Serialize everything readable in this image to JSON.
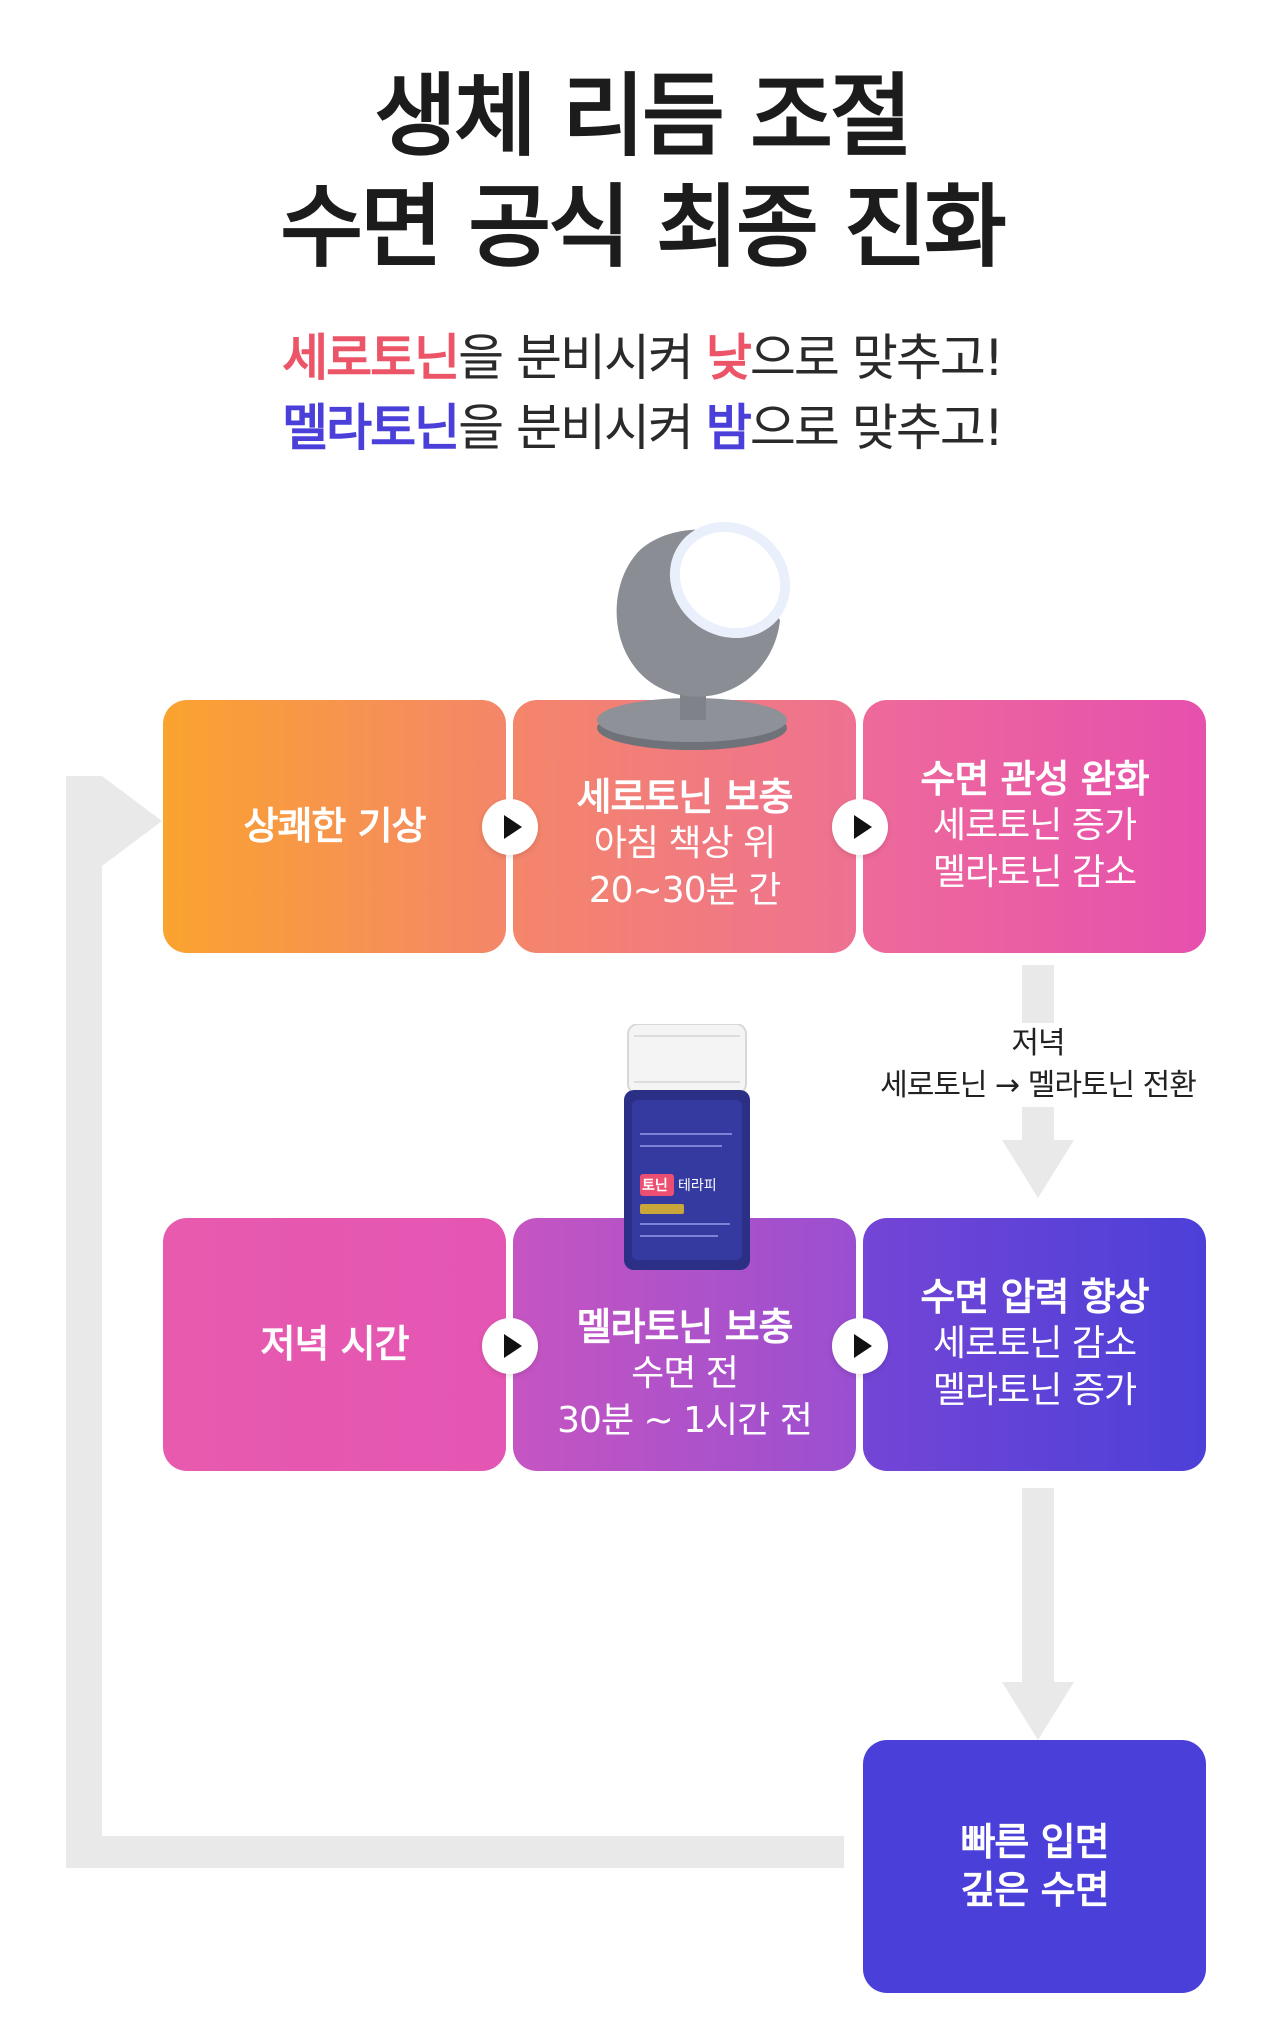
{
  "header": {
    "title_line1": "생체 리듬 조절",
    "title_line2": "수면 공식 최종 진화",
    "sub1_highlight": "세로토닌",
    "sub1_mid": "을 분비시켜 ",
    "sub1_highlight2": "낮",
    "sub1_end": "으로 맞추고!",
    "sub2_highlight": "멜라토닌",
    "sub2_mid": "을 분비시켜 ",
    "sub2_highlight2": "밤",
    "sub2_end": "으로 맞추고!"
  },
  "row1": [
    {
      "title": "상쾌한 기상",
      "lines": []
    },
    {
      "title": "세로토닌 보충",
      "lines": [
        "아침 책상 위",
        "20~30분 간"
      ]
    },
    {
      "title": "수면 관성 완화",
      "lines": [
        "세로토닌 증가",
        "멜라토닌 감소"
      ]
    }
  ],
  "row2": [
    {
      "title": "저녁 시간",
      "lines": []
    },
    {
      "title": "멜라토닌 보충",
      "lines": [
        "수면 전",
        "30분 ~ 1시간 전"
      ]
    },
    {
      "title": "수면 압력 향상",
      "lines": [
        "세로토닌 감소",
        "멜라토닌 증가"
      ]
    }
  ],
  "transition": {
    "line1": "저녁",
    "line2": "세로토닌 → 멜라토닌 전환"
  },
  "final": {
    "line1": "빠른 입면",
    "line2": "깊은 수면"
  },
  "product": {
    "label1": "토닌",
    "label2": "테라피"
  },
  "colors": {
    "orange": "#f9a035",
    "pink": "#e8559f",
    "purple": "#8a4fd6",
    "indigo": "#4a3fd8"
  }
}
